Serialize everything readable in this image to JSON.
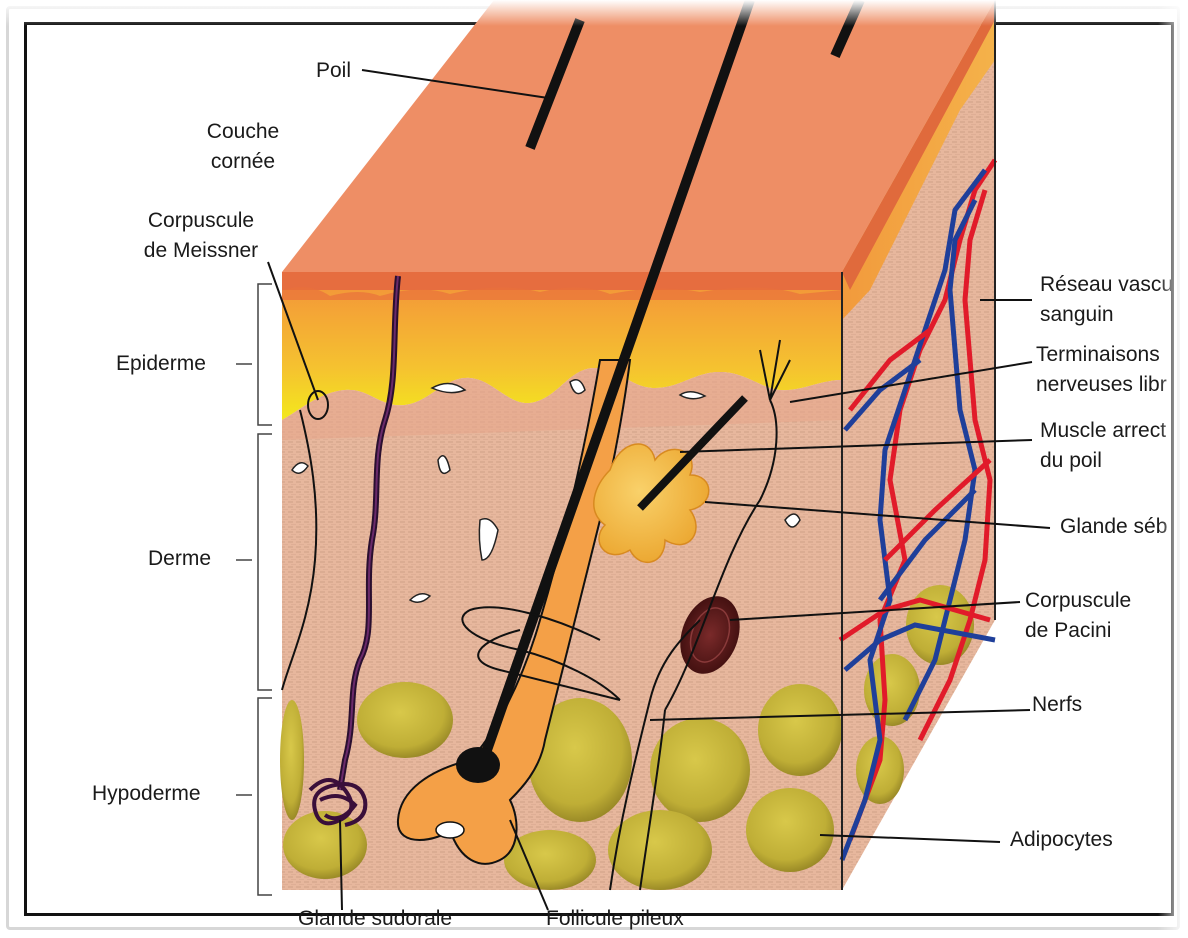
{
  "labels": {
    "poil": "Poil",
    "couche_cornee_1": "Couche",
    "couche_cornee_2": "cornée",
    "meissner_1": "Corpuscule",
    "meissner_2": "de Meissner",
    "epiderme": "Epiderme",
    "derme": "Derme",
    "hypoderme": "Hypoderme",
    "reseau_1": "Réseau vascu",
    "reseau_2": "sanguin",
    "terminaisons_1": "Terminaisons",
    "terminaisons_2": "nerveuses libr",
    "muscle_1": "Muscle arrect",
    "muscle_2": "du poil",
    "glande_seb": "Glande séb",
    "pacini_1": "Corpuscule",
    "pacini_2": "de Pacini",
    "nerfs": "Nerfs",
    "adipocytes": "Adipocytes",
    "glande_sudorale": "Glande sudorale",
    "follicule": "Follicule pileux"
  },
  "colors": {
    "surface": "#ef8f66",
    "surface_edge": "#d8623a",
    "epidermis_top": "#f4a13a",
    "epidermis_bottom": "#f2e21a",
    "dermis": "#e9b9a0",
    "fat": "#c7b43a",
    "hair": "#111111",
    "follicle": "#f2a34a",
    "artery": "#e11b2a",
    "vein": "#1f3f9a",
    "pacini": "#5a1a1a",
    "sebaceous": "#f5b43a"
  }
}
